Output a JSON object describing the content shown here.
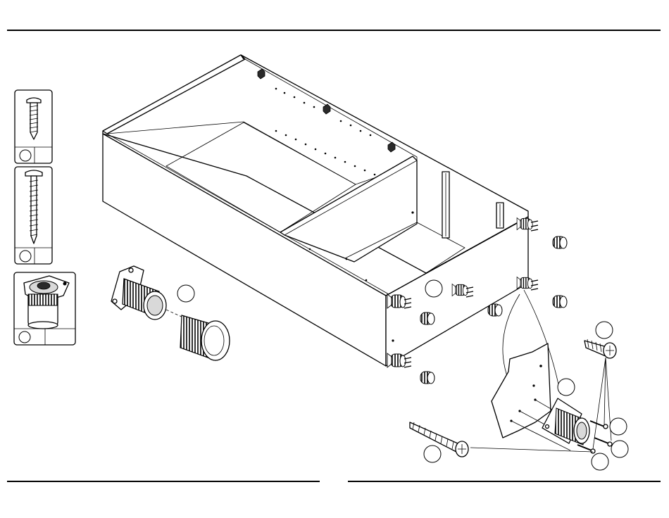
{
  "page": {
    "background": "#ffffff",
    "line_color": "#000000"
  },
  "parts_legend": {
    "items": [
      {
        "icon": "short-screw-icon",
        "quantity": ""
      },
      {
        "icon": "long-screw-icon",
        "quantity": ""
      },
      {
        "icon": "leveler-foot-icon",
        "quantity": ""
      }
    ]
  },
  "callouts": [
    {
      "name": "callout-foot-assembly",
      "label": ""
    },
    {
      "name": "callout-center-foot",
      "label": ""
    },
    {
      "name": "callout-detail-plate",
      "label": ""
    },
    {
      "name": "callout-short-screw",
      "label": ""
    },
    {
      "name": "callout-long-screw",
      "label": ""
    },
    {
      "name": "callout-screw-a",
      "label": ""
    },
    {
      "name": "callout-screw-b",
      "label": ""
    },
    {
      "name": "callout-screw-c",
      "label": ""
    }
  ]
}
